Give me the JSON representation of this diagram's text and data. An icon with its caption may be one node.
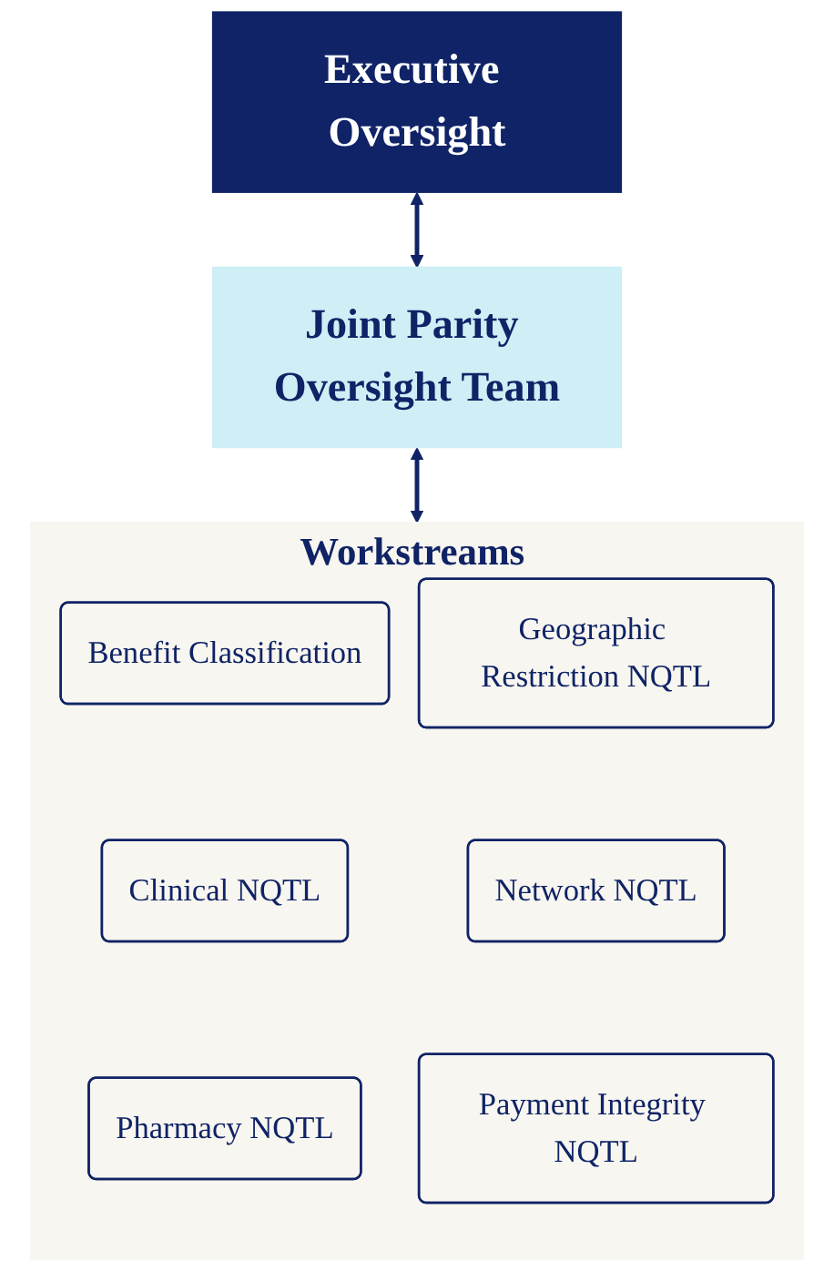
{
  "diagram": {
    "nodes": [
      {
        "text": [
          "Executive Oversight"
        ]
      },
      {
        "text": [
          "Joint Parity Oversight Team"
        ]
      },
      {
        "text": [
          "Workstreams"
        ]
      },
      {
        "text": [
          "Benefit Classification"
        ],
        "in": 2
      },
      {
        "text": [
          "Geographic Restriction NQTL"
        ],
        "in": 2
      },
      {
        "text": [
          "Clinical NQTL"
        ],
        "in": 2
      },
      {
        "text": [
          "Network NQTL"
        ],
        "in": 2
      },
      {
        "text": [
          "Pharmacy NQTL"
        ],
        "in": 2
      },
      {
        "text": [
          "Payment Integrity NQTL"
        ],
        "in": 2
      }
    ],
    "edges": [
      {
        "from": 0,
        "to": 1,
        "arrow": "both"
      },
      {
        "from": 1,
        "to": 2,
        "arrow": "both"
      }
    ]
  }
}
